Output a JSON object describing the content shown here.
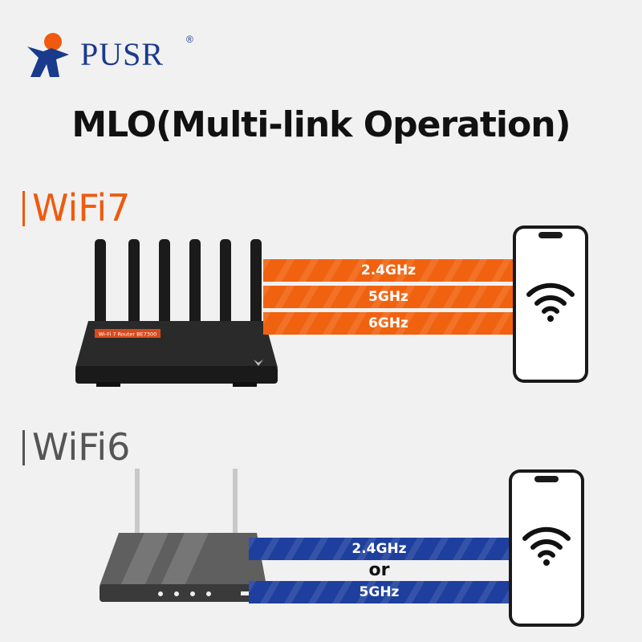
{
  "brand": {
    "name": "PUSR",
    "registered": "®"
  },
  "title": "MLO(Multi-link Operation)",
  "wifi7": {
    "label": "WiFi7",
    "router_label": "Wi-Fi 7 Router BE7300",
    "bands": [
      "2.4GHz",
      "5GHz",
      "6GHz"
    ]
  },
  "wifi6": {
    "label": "WiFi6",
    "bands": [
      "2.4GHz",
      "5GHz"
    ],
    "separator": "or"
  },
  "colors": {
    "accent_orange": "#ef5a0e",
    "accent_blue": "#1e3f9e",
    "brand_blue": "#1a3a8c"
  },
  "icons": [
    "brand-logo-icon",
    "wifi-icon"
  ]
}
